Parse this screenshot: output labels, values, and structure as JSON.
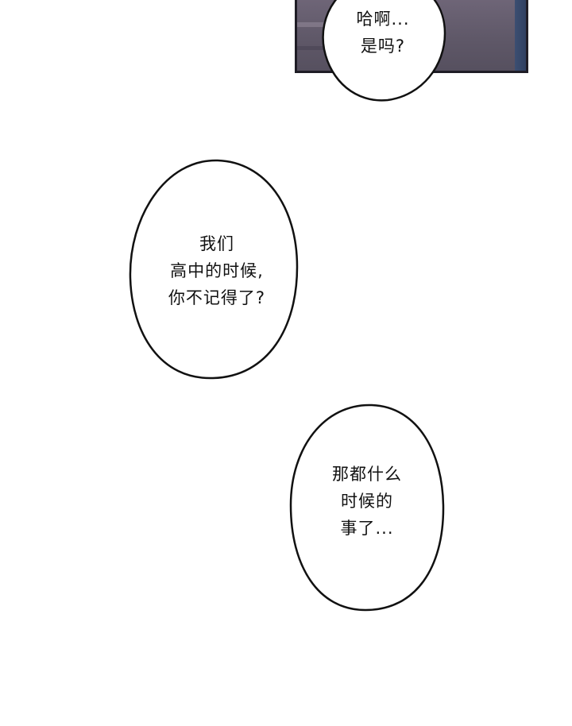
{
  "colors": {
    "page_background": "#ffffff",
    "panel_fill": "#625a6b",
    "panel_border": "#1f1d26",
    "bubble_outline": "#111111",
    "text": "#111111"
  },
  "bubbles": {
    "top": {
      "lines": [
        "哈啊...",
        "是吗?"
      ]
    },
    "middle": {
      "lines": [
        "我们",
        "高中的时候,",
        "你不记得了?"
      ]
    },
    "bottom": {
      "lines": [
        "那都什么",
        "时候的",
        "事了..."
      ]
    }
  }
}
